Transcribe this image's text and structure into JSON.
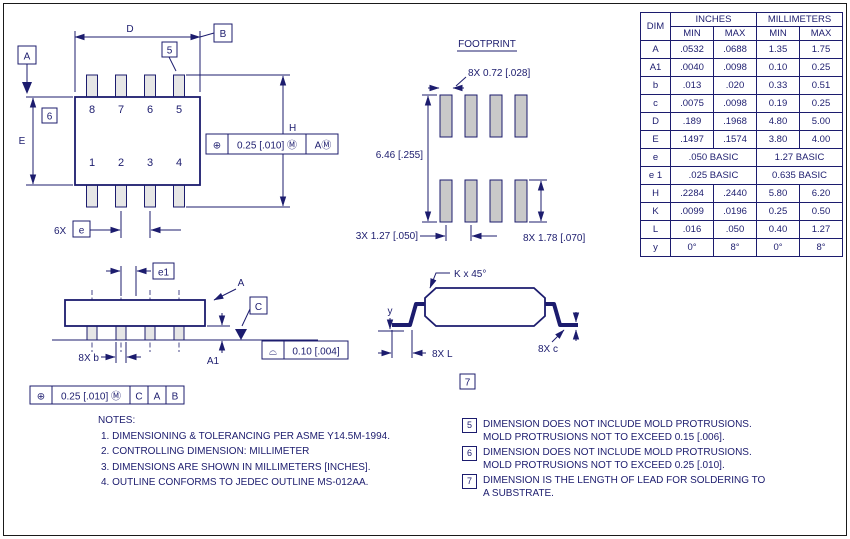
{
  "colors": {
    "ink": "#1c1c6e",
    "pad_fill": "#c9c9c9",
    "pin_fill": "#e6e6e6",
    "paper": "#ffffff"
  },
  "views": {
    "top": {
      "d": "D",
      "e": "E",
      "h": "H",
      "datum_a": "A",
      "datum_b": "B",
      "flag5": "5",
      "flag6": "6",
      "pins_top": [
        "8",
        "7",
        "6",
        "5"
      ],
      "pins_bottom": [
        "1",
        "2",
        "3",
        "4"
      ],
      "pitch_qty": "6X",
      "pitch_label": "e",
      "fcf": {
        "sym": "⊕",
        "tol": "0.25 [.010] Ⓜ",
        "datum": "AⓂ"
      }
    },
    "footprint": {
      "title": "FOOTPRINT",
      "pad_width": "8X 0.72 [.028]",
      "span": "6.46 [.255]",
      "pitch": "3X 1.27 [.050]",
      "pad_length": "8X 1.78 [.070]"
    },
    "side": {
      "e1": "e1",
      "datum_a": "A",
      "datum_c": "C",
      "lead_width": "8X b",
      "a1": "A1",
      "flatness": {
        "sym": "⌓",
        "tol": "0.10 [.004]"
      },
      "fcf": {
        "sym": "⊕",
        "tol": "0.25 [.010] Ⓜ",
        "d1": "C",
        "d2": "A",
        "d3": "B"
      }
    },
    "end": {
      "chamfer": "K x 45°",
      "coplanarity": "y",
      "lead_foot": "8X L",
      "lead_thickness": "8X c",
      "flag7": "7"
    }
  },
  "table": {
    "headers": {
      "dim": "DIM",
      "inches": "INCHES",
      "millimeters": "MILLIMETERS",
      "min": "MIN",
      "max": "MAX"
    },
    "rows": [
      {
        "d": "A",
        "im": ".0532",
        "ix": ".0688",
        "mm": "1.35",
        "mx": "1.75"
      },
      {
        "d": "A1",
        "im": ".0040",
        "ix": ".0098",
        "mm": "0.10",
        "mx": "0.25"
      },
      {
        "d": "b",
        "im": ".013",
        "ix": ".020",
        "mm": "0.33",
        "mx": "0.51"
      },
      {
        "d": "c",
        "im": ".0075",
        "ix": ".0098",
        "mm": "0.19",
        "mx": "0.25"
      },
      {
        "d": "D",
        "im": ".189",
        "ix": ".1968",
        "mm": "4.80",
        "mx": "5.00"
      },
      {
        "d": "E",
        "im": ".1497",
        "ix": ".1574",
        "mm": "3.80",
        "mx": "4.00"
      },
      {
        "d": "e",
        "ib": ".050 BASIC",
        "mb": "1.27 BASIC"
      },
      {
        "d": "e 1",
        "ib": ".025 BASIC",
        "mb": "0.635 BASIC"
      },
      {
        "d": "H",
        "im": ".2284",
        "ix": ".2440",
        "mm": "5.80",
        "mx": "6.20"
      },
      {
        "d": "K",
        "im": ".0099",
        "ix": ".0196",
        "mm": "0.25",
        "mx": "0.50"
      },
      {
        "d": "L",
        "im": ".016",
        "ix": ".050",
        "mm": "0.40",
        "mx": "1.27"
      },
      {
        "d": "y",
        "im": "0°",
        "ix": "8°",
        "mm": "0°",
        "mx": "8°"
      }
    ]
  },
  "notes": {
    "title": "NOTES:",
    "items": [
      "1. DIMENSIONING & TOLERANCING PER ASME Y14.5M-1994.",
      "2. CONTROLLING DIMENSION: MILLIMETER",
      "3. DIMENSIONS ARE SHOWN IN MILLIMETERS [INCHES].",
      "4. OUTLINE CONFORMS TO JEDEC OUTLINE MS-012AA."
    ],
    "flagged": [
      {
        "flag": "5",
        "lines": [
          "DIMENSION DOES NOT INCLUDE MOLD PROTRUSIONS.",
          "MOLD PROTRUSIONS NOT TO EXCEED 0.15 [.006]."
        ]
      },
      {
        "flag": "6",
        "lines": [
          "DIMENSION DOES NOT INCLUDE MOLD PROTRUSIONS.",
          "MOLD PROTRUSIONS NOT TO EXCEED 0.25 [.010]."
        ]
      },
      {
        "flag": "7",
        "lines": [
          "DIMENSION IS THE LENGTH OF LEAD FOR SOLDERING TO",
          "A SUBSTRATE."
        ]
      }
    ]
  }
}
